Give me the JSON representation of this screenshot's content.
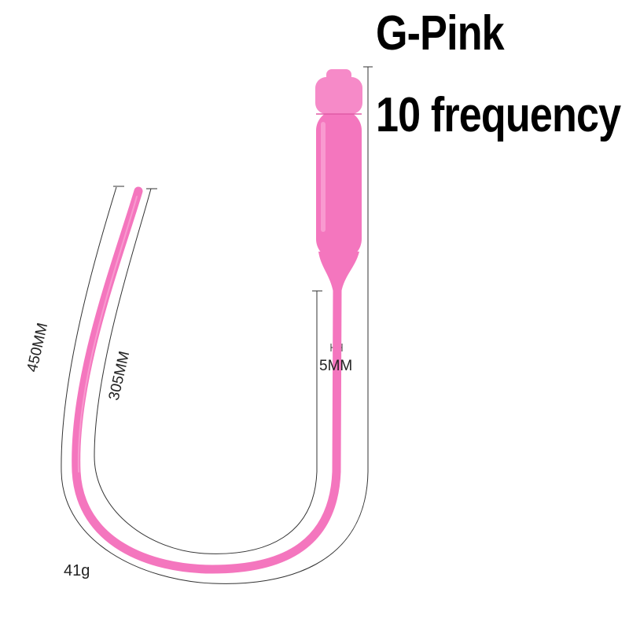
{
  "product": {
    "title": "G-Pink",
    "subtitle": "10 frequency",
    "color": "#f476be"
  },
  "dimensions": {
    "total_length": "450MM",
    "rod_length": "305MM",
    "diameter": "5MM",
    "weight": "41g"
  }
}
